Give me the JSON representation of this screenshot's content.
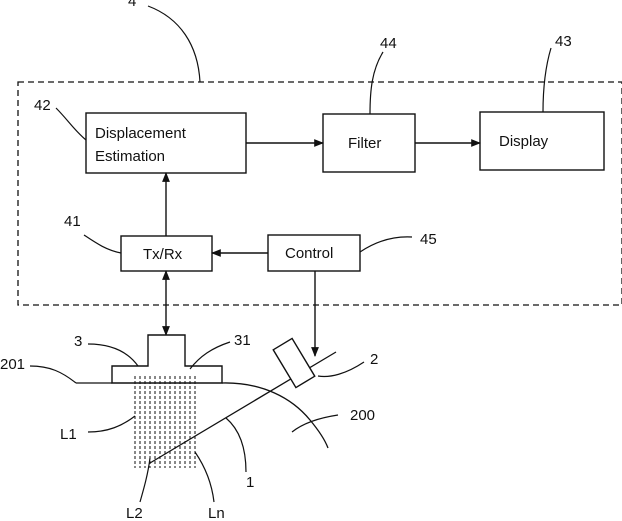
{
  "boxes": {
    "displacement": {
      "line1": "Displacement",
      "line2": "Estimation",
      "ref": "42"
    },
    "filter": {
      "label": "Filter",
      "ref": "44"
    },
    "display": {
      "label": "Display",
      "ref": "43"
    },
    "txrx": {
      "label": "Tx/Rx",
      "ref": "41"
    },
    "control": {
      "label": "Control",
      "ref": "45"
    }
  },
  "system_ref": "4",
  "refs": {
    "probe": "3",
    "probe_face": "31",
    "surface": "201",
    "tissue": "200",
    "needle_holder": "2",
    "needle": "1",
    "line_first": "L1",
    "line_second": "L2",
    "line_last": "Ln"
  }
}
